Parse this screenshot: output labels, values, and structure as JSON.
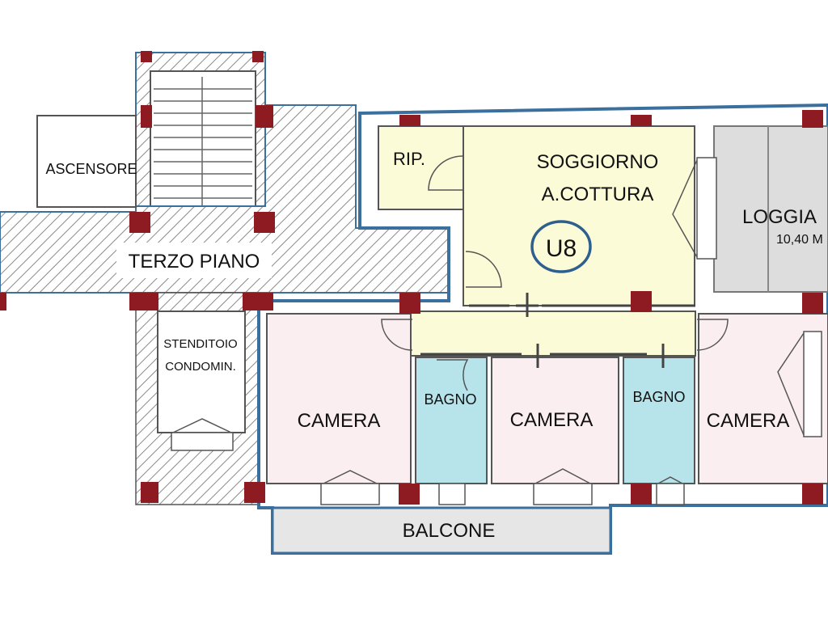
{
  "plan": {
    "unit_code": "U8",
    "rooms": {
      "ripostiglio": "RIP.",
      "soggiorno_line1": "SOGGIORNO",
      "soggiorno_line2": "A.COTTURA",
      "loggia": "LOGGIA",
      "loggia_area": "10,40 M",
      "ascensore": "ASCENSORE",
      "terzo_piano": "TERZO PIANO",
      "stenditoio_line1": "STENDITOIO",
      "stenditoio_line2": "CONDOMIN.",
      "camera_1": "CAMERA",
      "bagno_1": "BAGNO",
      "camera_2": "CAMERA",
      "bagno_2": "BAGNO",
      "camera_3": "CAMERA",
      "balcone": "BALCONE"
    },
    "colors": {
      "living": "#fbfbd8",
      "bedroom": "#fbeef1",
      "bathroom": "#b7e3ea",
      "loggia": "#dddddd",
      "balcony": "#e6e6e6",
      "outline": "#3b6f9e",
      "pillar": "#8e1b22",
      "hatch": "#8a8a8a"
    }
  }
}
